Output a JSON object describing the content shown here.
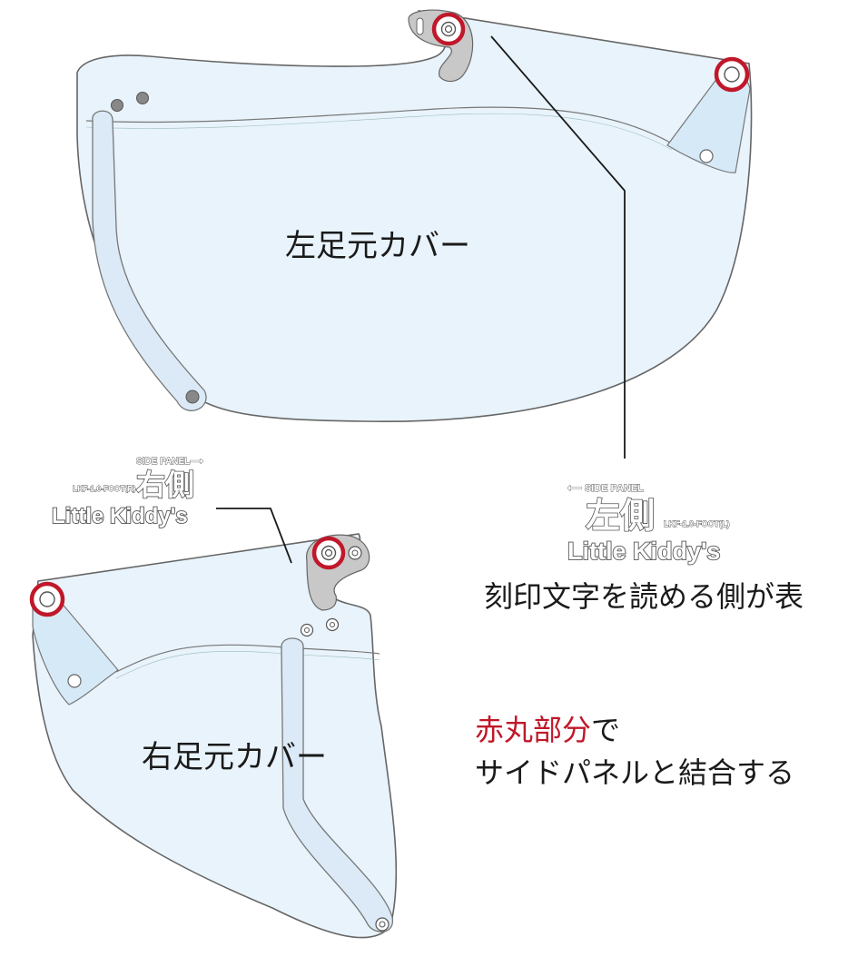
{
  "left_cover": {
    "label": "左足元カバー"
  },
  "right_cover": {
    "label": "右足元カバー"
  },
  "stamp_right_side": {
    "arrow_label": "SIDE PANEL⟶",
    "code": "LKF-1.0-FOOT(R)",
    "side": "右側",
    "brand": "Little Kiddy's"
  },
  "stamp_left_side": {
    "arrow_label": "⟵ SIDE PANEL",
    "code": "LKF-1.0-FOOT(L)",
    "side": "左側",
    "brand": "Little Kiddy's"
  },
  "notes": {
    "engraving": "刻印文字を読める側が表",
    "highlight_word": "赤丸部分",
    "join_particle": "で",
    "join_line2": "サイドパネルと結合する"
  },
  "colors": {
    "panel_fill": "#e8f3fb",
    "strap_fill": "#dbeaf6",
    "outline": "#666666",
    "hinge_fill": "#c8c8c8",
    "highlight_ring": "#c0182a",
    "accent_text": "#c0182a"
  }
}
